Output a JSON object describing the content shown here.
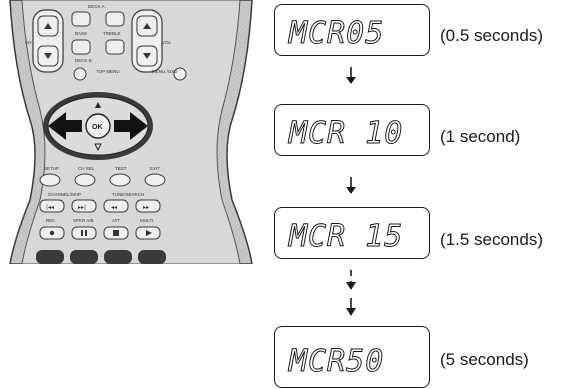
{
  "remote": {
    "labels": {
      "deck_a": "DECK A",
      "ch": "CH",
      "vol": "VOL",
      "bass": "BASS",
      "treble": "TREBLE",
      "deck_b": "DECK B",
      "top_menu": "TOP\nMENU",
      "menu_osd": "MENU\n/OSD",
      "ok": "OK",
      "setup": "SETUP",
      "ch_sel": "CH SEL",
      "test": "TEST",
      "exit": "EXIT",
      "channel_skip": "CHANNEL/SKIP",
      "tune_search": "TUNE/SEARCH",
      "rec": "REC",
      "spkr_ab": "SPKR A/B",
      "att": "ATT",
      "multi": "MULTI"
    }
  },
  "sequence": [
    {
      "display": "MCR05",
      "caption": "(0.5 seconds)"
    },
    {
      "display": "MCR 10",
      "caption": "(1 second)"
    },
    {
      "display": "MCR 15",
      "caption": "(1.5 seconds)"
    },
    {
      "display": "MCR50",
      "caption": "(5 seconds)"
    }
  ],
  "colors": {
    "remote_body": "#c9c9c9",
    "remote_dark": "#3a3a3a",
    "button": "#efefef",
    "arrow": "#1a1a1a"
  }
}
